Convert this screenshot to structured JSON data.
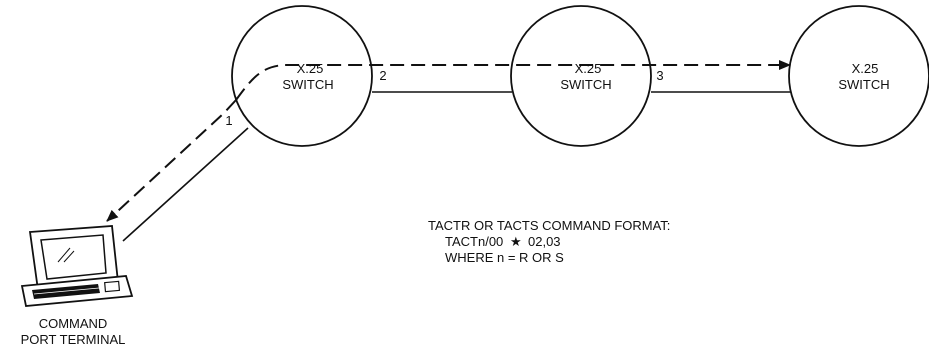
{
  "switches": [
    {
      "line1": "X.25",
      "line2": "SWITCH"
    },
    {
      "line1": "X.25",
      "line2": "SWITCH"
    },
    {
      "line1": "X.25",
      "line2": "SWITCH"
    }
  ],
  "links": {
    "link1": "1",
    "link2": "2",
    "link3": "3"
  },
  "terminal": {
    "line1": "COMMAND",
    "line2": "PORT TERMINAL"
  },
  "command_format": {
    "title": "TACTR OR TACTS COMMAND FORMAT:",
    "line_syntax_prefix": "TACTn/00",
    "star_symbol": "★",
    "line_syntax_suffix": "02,03",
    "line_where": "WHERE n = R OR S"
  }
}
